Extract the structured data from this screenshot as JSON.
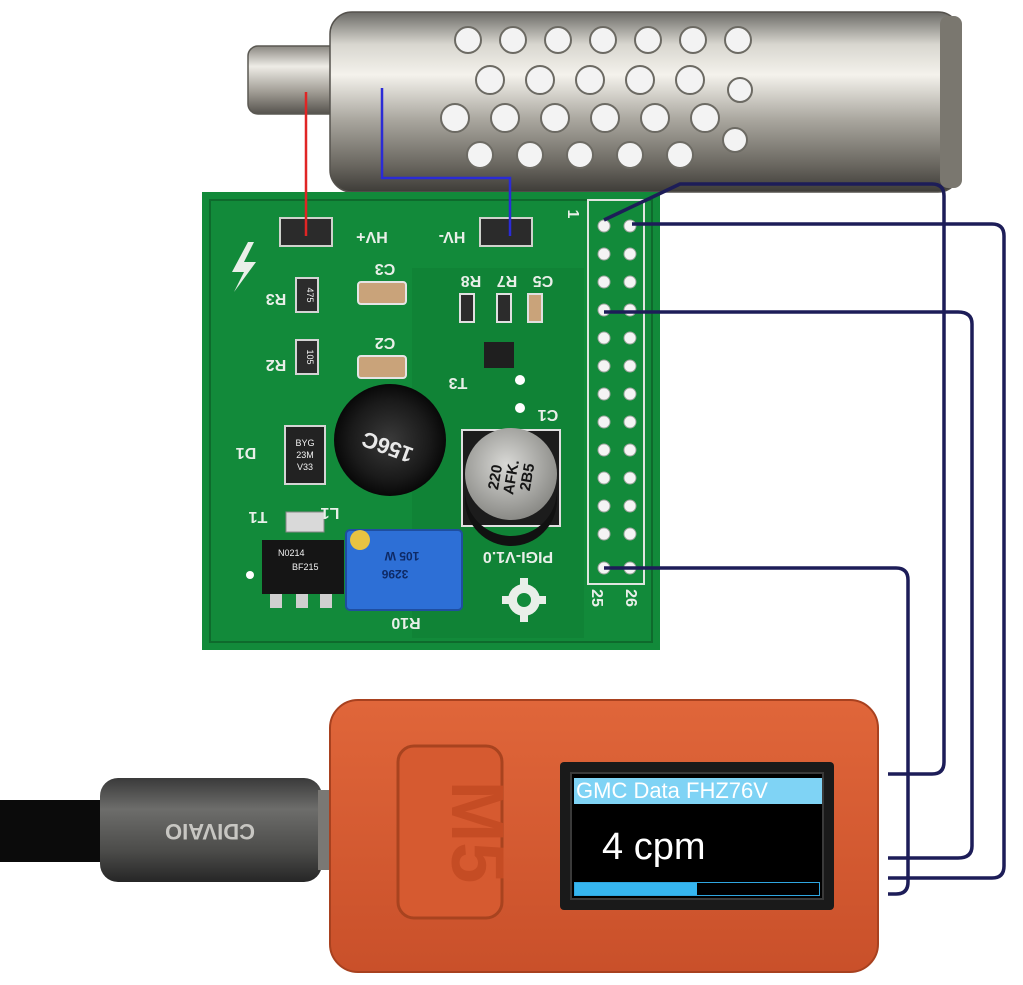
{
  "image": {
    "pcb": {
      "hv_plus": "HV+",
      "hv_minus": "HV-",
      "c1": "C1",
      "c2": "C2",
      "c3": "C3",
      "c5": "C5",
      "r2": "R2",
      "r3": "R3",
      "r7": "R7",
      "r8": "R8",
      "r10": "R10",
      "d1": "D1",
      "t1": "T1",
      "t3": "T3",
      "l1": "L1",
      "board_name": "PIGI-V1.0",
      "pin_1": "1",
      "pin_25": "25",
      "pin_26": "26",
      "inductor_marking": "156C",
      "cap_marking_1": "220",
      "cap_marking_2": "AFK.",
      "cap_marking_3": "2B5",
      "transistor_marking_1": "N0214",
      "transistor_marking_2": "BF215",
      "diode_marking_1": "BYG",
      "diode_marking_2": "23M",
      "diode_marking_3": "V33",
      "pot_marking_1": "3296",
      "pot_marking_2": "105 W",
      "r3_marking": "475",
      "r2_marking": "105"
    },
    "device": {
      "logo": "M5",
      "cable_brand": "CDIVAIO",
      "screen_title": "GMC Data FHZ76V",
      "screen_value": "4 cpm",
      "screen_bar_fraction": 0.5
    }
  }
}
